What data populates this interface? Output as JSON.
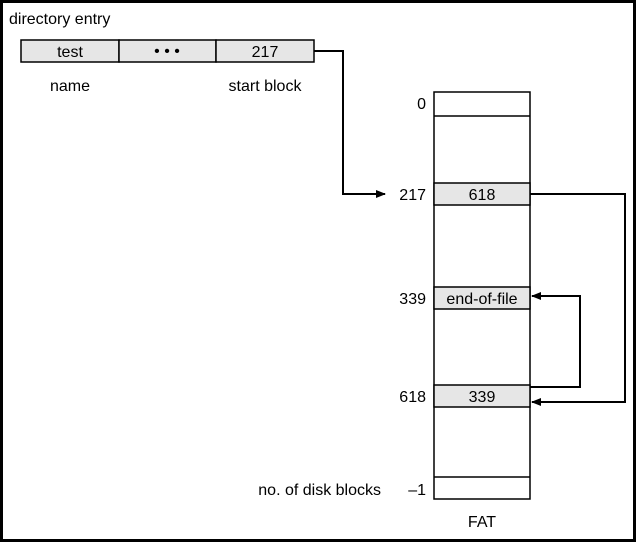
{
  "title": "directory entry",
  "directory_entry": {
    "name_value": "test",
    "middle_value": "• • •",
    "start_value": "217",
    "name_label": "name",
    "start_label": "start block"
  },
  "fat": {
    "label": "FAT",
    "index_0": "0",
    "index_217": "217",
    "value_217": "618",
    "index_339": "339",
    "value_339": "end-of-file",
    "index_618": "618",
    "value_618": "339",
    "index_last_label": "no. of disk blocks",
    "index_last": "–1"
  },
  "colors": {
    "cell_fill": "#e6e6e6",
    "fat_fill": "#ffffff",
    "line": "#000000"
  }
}
